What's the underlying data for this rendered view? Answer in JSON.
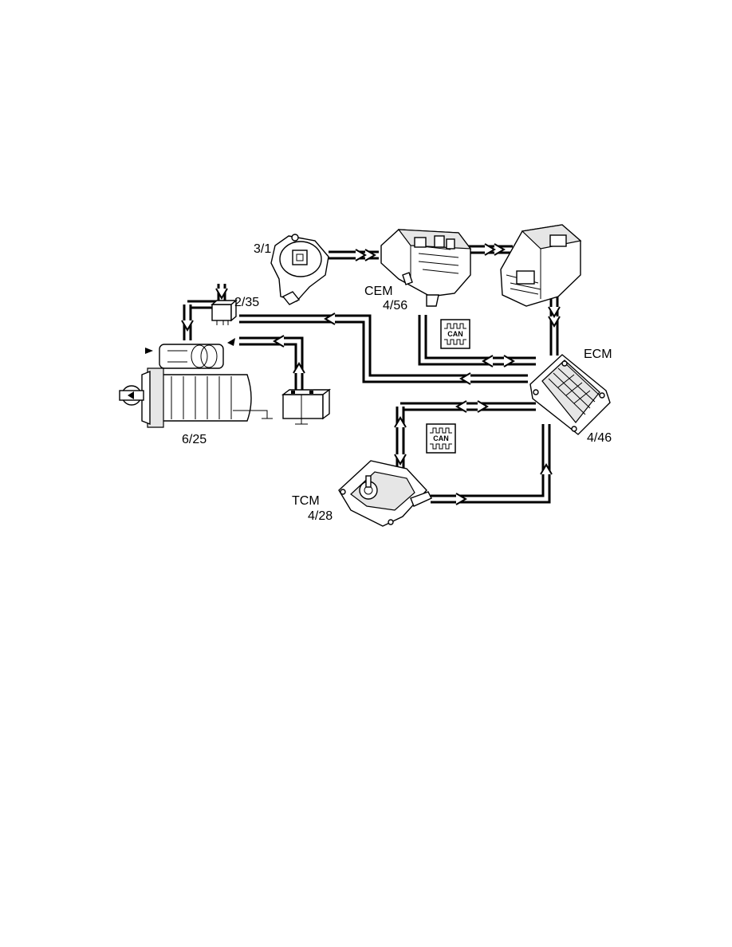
{
  "diagram": {
    "type": "starting system signal flow diagram",
    "components": [
      {
        "key": "ignition_switch",
        "label": "3/1"
      },
      {
        "key": "starter_relay",
        "label": "2/35"
      },
      {
        "key": "cem",
        "name": "CEM",
        "label": "4/56"
      },
      {
        "key": "ecm",
        "name": "ECM",
        "label": "4/46"
      },
      {
        "key": "tcm",
        "name": "TCM",
        "label": "4/28"
      },
      {
        "key": "starter_motor",
        "label": "6/25"
      }
    ],
    "can_badges": [
      {
        "text": "CAN"
      },
      {
        "text": "CAN"
      }
    ],
    "colors": {
      "line": "#000000",
      "background": "#ffffff"
    }
  }
}
